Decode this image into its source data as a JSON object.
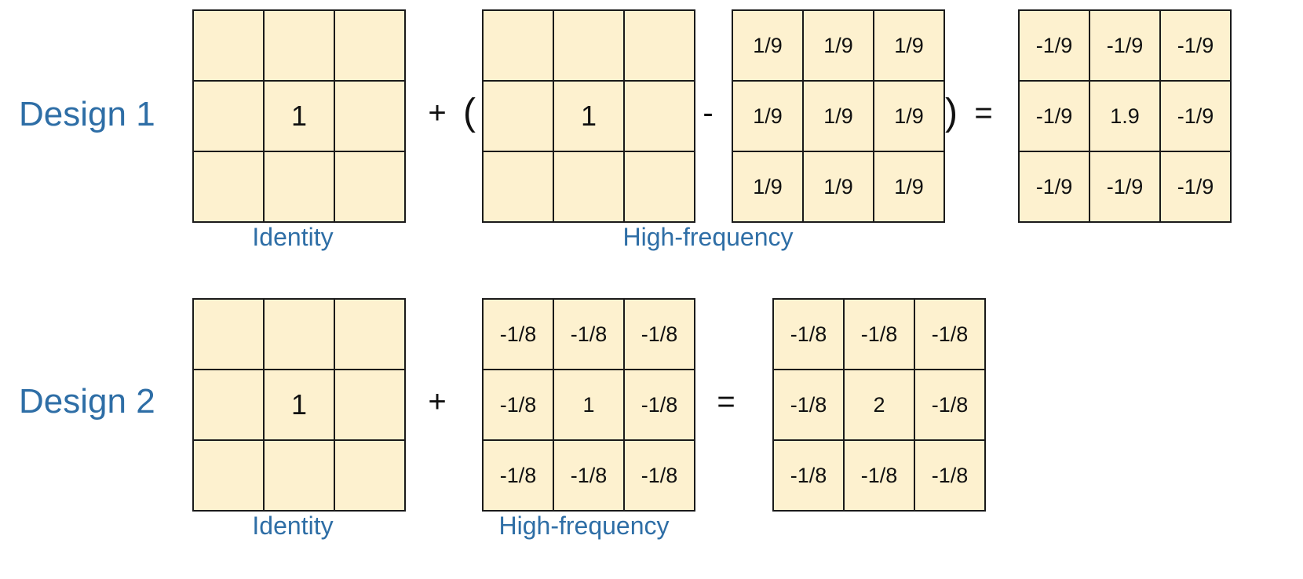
{
  "design1": {
    "label": "Design 1",
    "identity": [
      "",
      "",
      "",
      "",
      "1",
      "",
      "",
      "",
      ""
    ],
    "impulse": [
      "",
      "",
      "",
      "",
      "1",
      "",
      "",
      "",
      ""
    ],
    "box": [
      "1/9",
      "1/9",
      "1/9",
      "1/9",
      "1/9",
      "1/9",
      "1/9",
      "1/9",
      "1/9"
    ],
    "result": [
      "-1/9",
      "-1/9",
      "-1/9",
      "-1/9",
      "1.9",
      "-1/9",
      "-1/9",
      "-1/9",
      "-1/9"
    ],
    "op_plus": "+",
    "op_open": "(",
    "op_minus": "-",
    "op_close": ")",
    "op_equals": "=",
    "caption_identity": "Identity",
    "caption_high": "High-frequency"
  },
  "design2": {
    "label": "Design 2",
    "identity": [
      "",
      "",
      "",
      "",
      "1",
      "",
      "",
      "",
      ""
    ],
    "high": [
      "-1/8",
      "-1/8",
      "-1/8",
      "-1/8",
      "1",
      "-1/8",
      "-1/8",
      "-1/8",
      "-1/8"
    ],
    "result": [
      "-1/8",
      "-1/8",
      "-1/8",
      "-1/8",
      "2",
      "-1/8",
      "-1/8",
      "-1/8",
      "-1/8"
    ],
    "op_plus": "+",
    "op_equals": "=",
    "caption_identity": "Identity",
    "caption_high": "High-frequency"
  }
}
